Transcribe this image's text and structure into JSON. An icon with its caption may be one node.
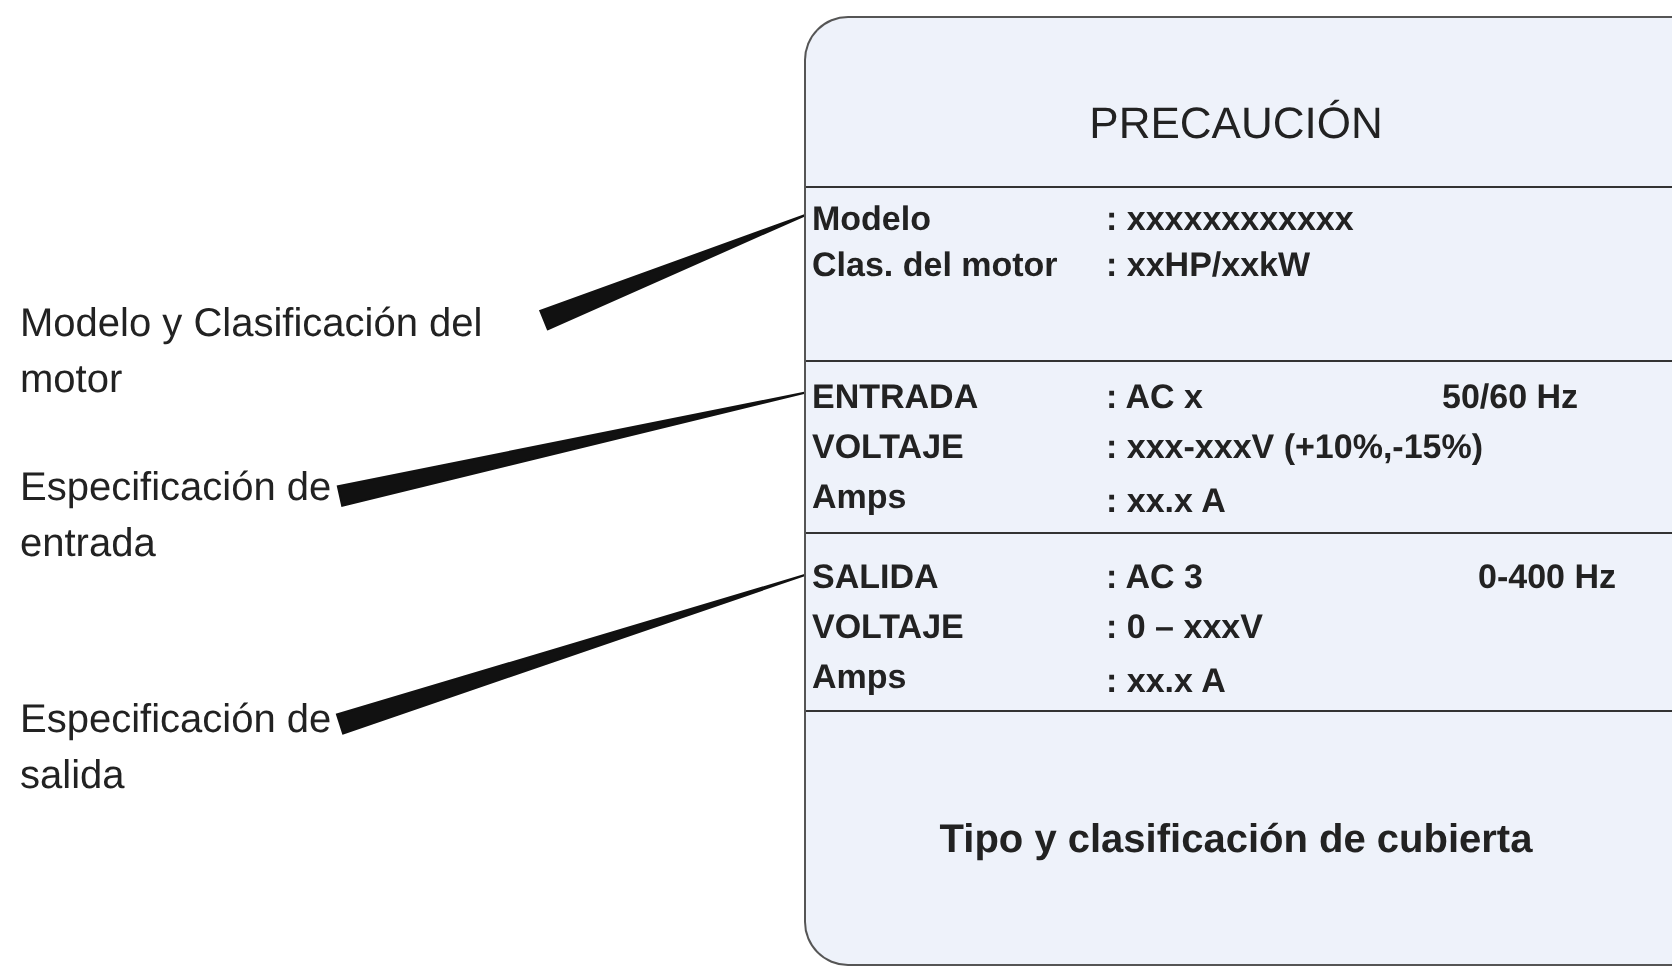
{
  "diagram": {
    "nodes": [
      {
        "text": [
          "PRECAUCIÓN",
          "Tipo y clasificación de cubierta"
        ]
      },
      {
        "text": [
          "Modelo",
          ": xxxxxxxxxxxx",
          "Clas. del motor",
          ": xxHP/xxkW"
        ],
        "in": 0
      },
      {
        "text": [
          "ENTRADA",
          ": AC x",
          "50/60 Hz",
          "VOLTAJE",
          ": xxx-xxxV (+10%,-15%)",
          "Amps",
          ": xx.x A"
        ],
        "in": 0
      },
      {
        "text": [
          "SALIDA",
          ": AC 3",
          "0-400  Hz",
          "VOLTAJE",
          ": 0 – xxxV",
          "Amps",
          ": xx.x A"
        ],
        "in": 0
      },
      {
        "text": [
          "Modelo y Clasificación del motor"
        ]
      },
      {
        "text": [
          "Especificación de entrada"
        ]
      },
      {
        "text": [
          "Especificación de salida"
        ]
      }
    ],
    "edges": [
      {
        "from": 4,
        "to": 1,
        "arrow": "none"
      },
      {
        "from": 5,
        "to": 2,
        "arrow": "none"
      },
      {
        "from": 6,
        "to": 3,
        "arrow": "none"
      }
    ]
  }
}
